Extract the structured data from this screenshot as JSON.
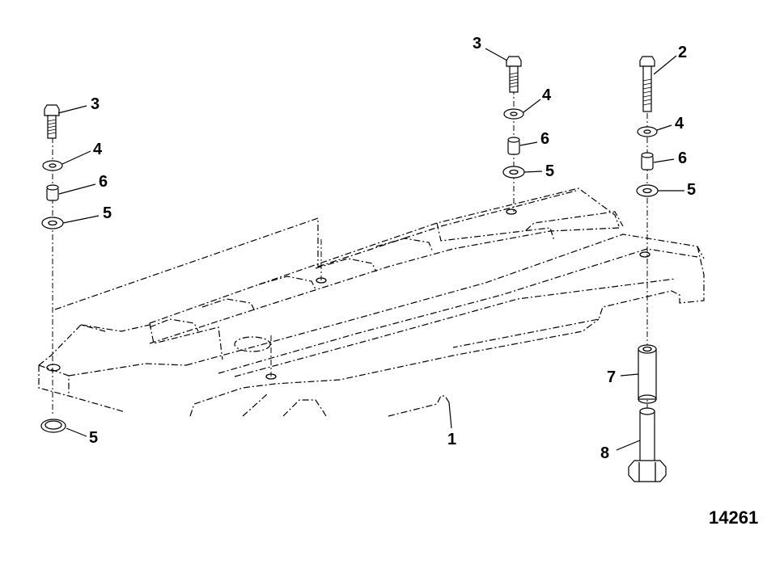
{
  "diagram": {
    "figure_number": "14261",
    "callouts": [
      {
        "id": "c-3-left",
        "label": "3"
      },
      {
        "id": "c-4-left",
        "label": "4"
      },
      {
        "id": "c-6-left",
        "label": "6"
      },
      {
        "id": "c-5-left",
        "label": "5"
      },
      {
        "id": "c-5-bottom",
        "label": "5"
      },
      {
        "id": "c-3-center",
        "label": "3"
      },
      {
        "id": "c-4-center",
        "label": "4"
      },
      {
        "id": "c-6-center",
        "label": "6"
      },
      {
        "id": "c-5-center",
        "label": "5"
      },
      {
        "id": "c-2-right",
        "label": "2"
      },
      {
        "id": "c-4-right",
        "label": "4"
      },
      {
        "id": "c-6-right",
        "label": "6"
      },
      {
        "id": "c-5-right",
        "label": "5"
      },
      {
        "id": "c-1",
        "label": "1"
      },
      {
        "id": "c-7",
        "label": "7"
      },
      {
        "id": "c-8",
        "label": "8"
      }
    ]
  }
}
